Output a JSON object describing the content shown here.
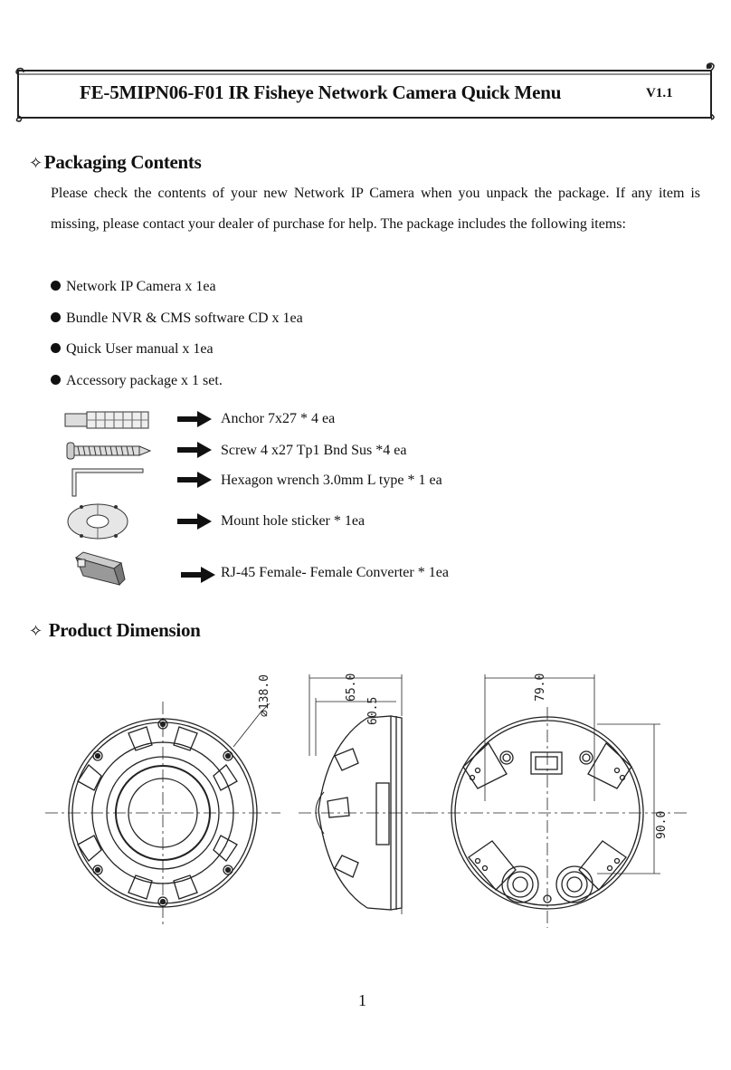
{
  "header": {
    "title": "FE-5MIPN06-F01 IR Fisheye Network Camera Quick Menu",
    "version": "V1.1"
  },
  "packaging": {
    "heading": "Packaging Contents",
    "intro": "Please check the contents of your new Network IP Camera when you unpack the package.   If any item is missing, please contact your dealer of purchase for help.   The package includes the following items:",
    "items": [
      "Network IP Camera x 1ea",
      "Bundle NVR & CMS software CD x 1ea",
      "Quick User manual x 1ea",
      "Accessory package x 1 set."
    ],
    "accessories": [
      {
        "label": "Anchor 7x27 * 4 ea",
        "icon": "anchor-icon"
      },
      {
        "label": "Screw 4 x27 Tp1 Bnd Sus *4 ea",
        "icon": "screw-icon"
      },
      {
        "label": "Hexagon wrench 3.0mm L type * 1 ea",
        "icon": "hex-wrench-icon"
      },
      {
        "label": "Mount hole sticker * 1ea",
        "icon": "mount-sticker-icon"
      },
      {
        "label": "RJ-45 Female- Female Converter * 1ea",
        "icon": "rj45-converter-icon"
      }
    ]
  },
  "dimension": {
    "heading": "Product Dimension",
    "labels": {
      "diameter": "⌀138.0",
      "side_total": "65.0",
      "side_body": "60.5",
      "bottom_width": "79.0",
      "bottom_height": "90.0"
    }
  },
  "page_number": "1"
}
